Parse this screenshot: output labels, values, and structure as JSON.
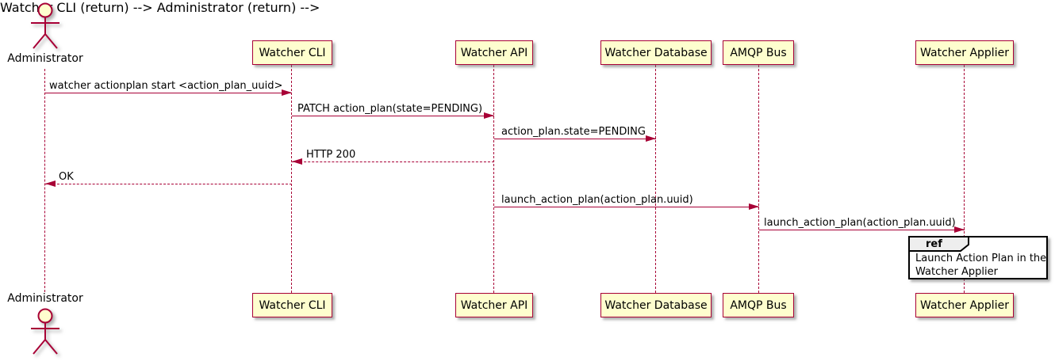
{
  "diagram": {
    "type": "uml-sequence-diagram",
    "actor": {
      "label": "Administrator"
    },
    "participants": [
      {
        "label": "Watcher CLI"
      },
      {
        "label": "Watcher API"
      },
      {
        "label": "Watcher Database"
      },
      {
        "label": "AMQP Bus"
      },
      {
        "label": "Watcher Applier"
      }
    ],
    "messages": [
      {
        "label": "watcher actionplan start <action_plan_uuid>",
        "from": "Administrator",
        "to": "Watcher CLI",
        "kind": "sync"
      },
      {
        "label": "PATCH action_plan(state=PENDING)",
        "from": "Watcher CLI",
        "to": "Watcher API",
        "kind": "sync"
      },
      {
        "label": "action_plan.state=PENDING",
        "from": "Watcher API",
        "to": "Watcher Database",
        "kind": "sync"
      },
      {
        "label": "HTTP 200",
        "from": "Watcher API",
        "to": "Watcher CLI",
        "kind": "return"
      },
      {
        "label": "OK",
        "from": "Watcher CLI",
        "to": "Administrator",
        "kind": "return"
      },
      {
        "label": "launch_action_plan(action_plan.uuid)",
        "from": "Watcher API",
        "to": "AMQP Bus",
        "kind": "sync"
      },
      {
        "label": "launch_action_plan(action_plan.uuid)",
        "from": "AMQP Bus",
        "to": "Watcher Applier",
        "kind": "sync"
      }
    ],
    "ref": {
      "keyword": "ref",
      "line1": "Launch Action Plan in the",
      "line2": "Watcher Applier",
      "over": "Watcher Applier"
    },
    "colors": {
      "line": "#A80036",
      "participant_fill": "#FEFECE",
      "participant_border": "#A80036",
      "text": "#000000",
      "ref_header_fill": "#EEEEEE",
      "ref_border": "#000000",
      "background": "#FFFFFF"
    }
  }
}
